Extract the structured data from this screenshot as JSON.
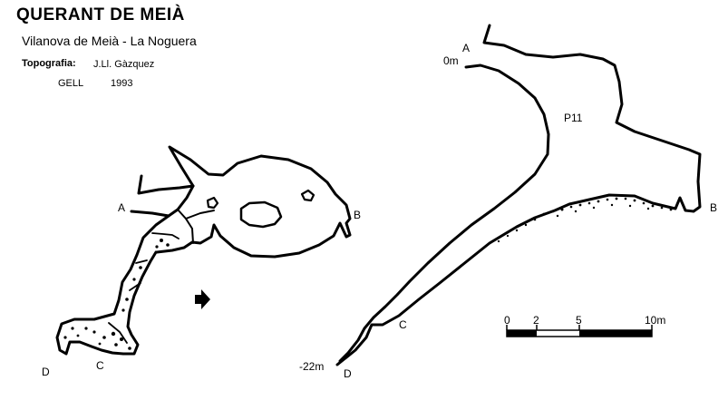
{
  "header": {
    "title": "QUERANT DE MEIÀ",
    "location": "Vilanova de Meià - La Noguera",
    "topography_label": "Topografia:",
    "topography_author": "J.Ll. Gàzquez",
    "group": "GELL",
    "year": "1993"
  },
  "plan_view": {
    "labels": {
      "a": "A",
      "b": "B",
      "c": "C",
      "d": "D"
    }
  },
  "section_view": {
    "labels": {
      "a": "A",
      "b": "B",
      "c": "C",
      "d": "D",
      "pit": "P11",
      "depth_top": "0m",
      "depth_bottom": "-22m"
    }
  },
  "scale_bar": {
    "ticks": [
      "0",
      "2",
      "5",
      "10m"
    ]
  },
  "colors": {
    "ink": "#000000",
    "paper": "#ffffff"
  }
}
